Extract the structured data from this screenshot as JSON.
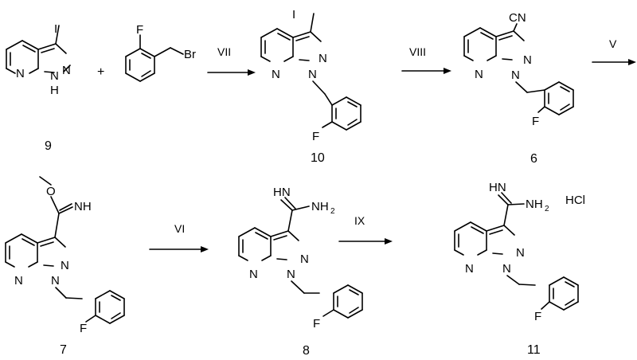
{
  "compounds": [
    {
      "id": "9",
      "label": "9",
      "atoms": {
        "i": "I",
        "n1": "N",
        "nh": "N",
        "h": "H",
        "npy": "N"
      }
    },
    {
      "id": "bromide",
      "atoms": {
        "f": "F",
        "br": "Br"
      }
    },
    {
      "id": "10",
      "label": "10",
      "atoms": {
        "i": "I",
        "n2": "N",
        "n1": "N",
        "npy": "N",
        "f": "F"
      }
    },
    {
      "id": "6",
      "label": "6",
      "atoms": {
        "cn": "CN",
        "n2": "N",
        "n1": "N",
        "npy": "N",
        "f": "F"
      }
    },
    {
      "id": "7",
      "label": "7",
      "atoms": {
        "o": "O",
        "nh": "NH",
        "n2": "N",
        "n1": "N",
        "npy": "N",
        "f": "F"
      }
    },
    {
      "id": "8",
      "label": "8",
      "atoms": {
        "hn": "HN",
        "nh2": "NH",
        "sub2": "2",
        "n2": "N",
        "n1": "N",
        "npy": "N",
        "f": "F"
      }
    },
    {
      "id": "11",
      "label": "11",
      "atoms": {
        "hn": "HN",
        "nh2": "NH",
        "sub2": "2",
        "hcl": "HCl",
        "n2": "N",
        "n1": "N",
        "npy": "N",
        "f": "F"
      }
    }
  ],
  "plus": "+",
  "steps": {
    "s1": "VII",
    "s2": "VIII",
    "s3": "V",
    "s4": "VI",
    "s5": "IX"
  }
}
